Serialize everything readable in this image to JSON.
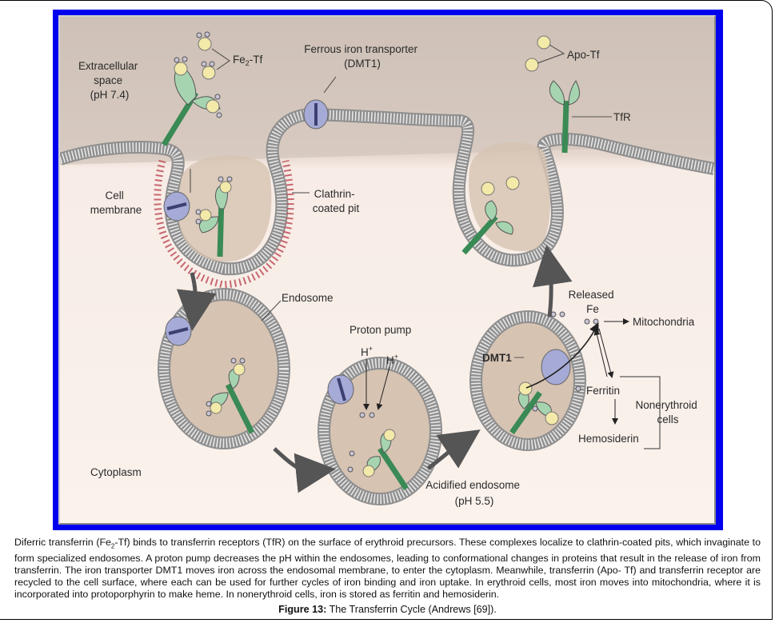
{
  "figure": {
    "labels": {
      "extracellular": [
        "Extracellular",
        "space",
        "(pH 7.4)"
      ],
      "fe2tf": "Fe",
      "fe2tf_sub": "2",
      "fe2tf_suffix": "-Tf",
      "dmt1_transporter": [
        "Ferrous iron transporter",
        "(DMT1)"
      ],
      "apo_tf": "Apo-Tf",
      "tfr": "TfR",
      "cell_membrane": [
        "Cell",
        "membrane"
      ],
      "clathrin": [
        "Clathrin-",
        "coated pit"
      ],
      "endosome": "Endosome",
      "proton_pump": "Proton pump",
      "h_plus_1": "H",
      "h_plus_2": "H",
      "plus": "+",
      "released_fe": [
        "Released",
        "Fe"
      ],
      "mitochondria": "Mitochondria",
      "dmt1": "DMT1",
      "ferritin": "Ferritin",
      "nonerythroid": [
        "Nonerythroid",
        "cells"
      ],
      "hemosiderin": "Hemosiderin",
      "cytoplasm": "Cytoplasm",
      "acidified": [
        "Acidified endosome",
        "(pH 5.5)"
      ]
    },
    "colors": {
      "frame": "#0000ee",
      "background_top": "#cdbfb5",
      "background_bottom": "#faf0ea",
      "membrane": "#d8d8d8",
      "receptor": "#a6d4b0",
      "receptor_stem": "#3a8a55",
      "transferrin": "#f3e9a8",
      "iron": "#c9c4d6",
      "transporter": "#a6aad6",
      "clathrin": "#c0505a",
      "vesicle_fill": "#d8c6b6"
    }
  },
  "caption": {
    "text_before_sub": "Diferric transferrin (Fe",
    "sub": "2",
    "text_after_sub": "-Tf) binds to transferrin receptors (TfR) on the surface of erythroid precursors. These complexes localize to clathrin-coated pits, which invaginate to form specialized endosomes. A proton pump decreases the pH within the endosomes, leading to conformational changes in proteins that result in the release of iron from transferrin. The iron transporter DMT1 moves iron across the endosomal membrane, to enter the cytoplasm. Meanwhile, transferrin (Apo- Tf) and transferrin receptor are recycled to the cell surface, where each can be used for further cycles of iron binding and iron uptake. In erythroid cells, most iron moves into mitochondria, where it is incorporated into protoporphyrin to make heme. In nonerythroid cells, iron is stored as ferritin and hemosiderin.",
    "figure_label": "Figure 13:",
    "figure_title": " The Transferrin Cycle (Andrews [69])."
  }
}
